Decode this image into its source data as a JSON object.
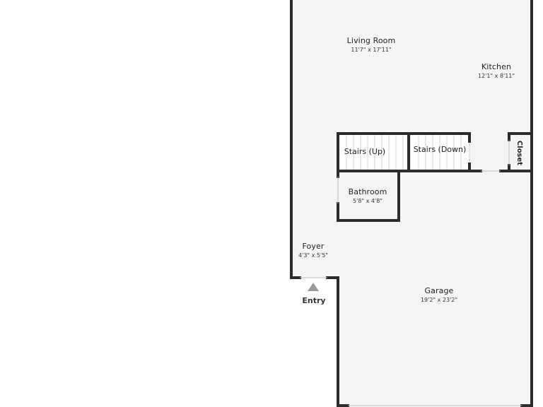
{
  "rooms": {
    "living_room": {
      "name": "Living Room",
      "dims": "11'7\" x 17'11\""
    },
    "kitchen": {
      "name": "Kitchen",
      "dims": "12'1\" x 8'11\""
    },
    "stairs_up": {
      "name": "Stairs (Up)"
    },
    "stairs_down": {
      "name": "Stairs (Down)"
    },
    "closet": {
      "name": "Closet"
    },
    "bathroom": {
      "name": "Bathroom",
      "dims": "5'8\" x 4'8\""
    },
    "foyer": {
      "name": "Foyer",
      "dims": "4'3\" x 5'5\""
    },
    "garage": {
      "name": "Garage",
      "dims": "19'2\" x 23'2\""
    }
  },
  "entry": {
    "label": "Entry"
  },
  "colors": {
    "wall": "#2b2b2b",
    "floor": "#f5f5f5",
    "stair_line": "#cfcfcf",
    "entry_arrow": "#9a9a9a"
  }
}
